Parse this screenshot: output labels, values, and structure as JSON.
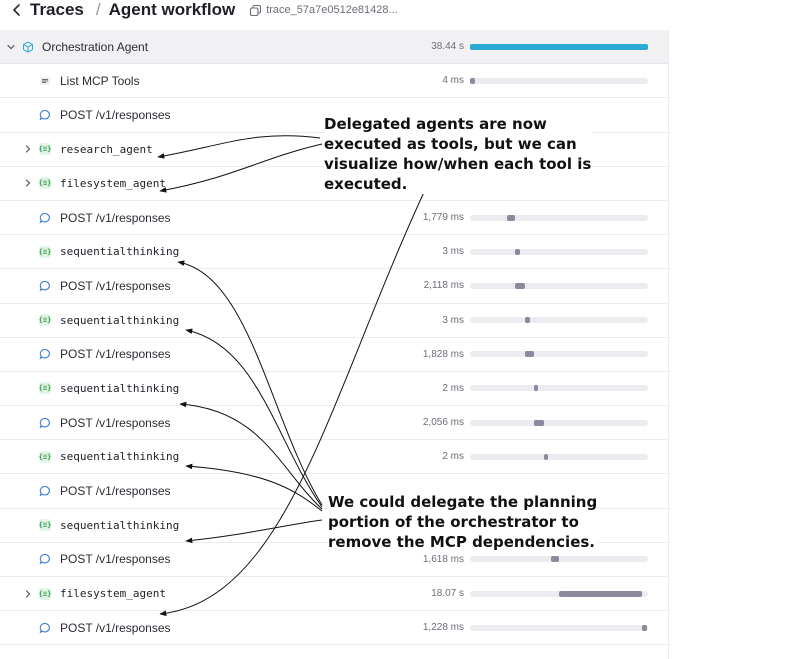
{
  "header": {
    "back_label": "Traces",
    "separator": "/",
    "title": "Agent workflow",
    "trace_id": "trace_57a7e0512e81428..."
  },
  "rows": [
    {
      "label": "Orchestration Agent",
      "type": "agent",
      "duration": "38.44 s",
      "mono": false,
      "expandable": true,
      "expanded": true,
      "bar_start": 0.0,
      "bar_end": 1.0
    },
    {
      "label": "List MCP Tools",
      "type": "list",
      "duration": "4 ms",
      "mono": false,
      "expandable": false,
      "bar_start": 0.002,
      "bar_end": 0.03
    },
    {
      "label": "POST /v1/responses",
      "type": "response",
      "duration": "",
      "mono": false,
      "expandable": false,
      "bar_start": null,
      "bar_end": null
    },
    {
      "label": "research_agent",
      "type": "tool",
      "duration": "",
      "mono": true,
      "expandable": true,
      "bar_start": null,
      "bar_end": null
    },
    {
      "label": "filesystem_agent",
      "type": "tool",
      "duration": "",
      "mono": true,
      "expandable": true,
      "bar_start": null,
      "bar_end": null
    },
    {
      "label": "POST /v1/responses",
      "type": "response",
      "duration": "1,779 ms",
      "mono": false,
      "expandable": false,
      "bar_start": 0.21,
      "bar_end": 0.255
    },
    {
      "label": "sequentialthinking",
      "type": "tool",
      "duration": "3 ms",
      "mono": true,
      "expandable": false,
      "bar_start": 0.255,
      "bar_end": 0.28
    },
    {
      "label": "POST /v1/responses",
      "type": "response",
      "duration": "2,118 ms",
      "mono": false,
      "expandable": false,
      "bar_start": 0.255,
      "bar_end": 0.31
    },
    {
      "label": "sequentialthinking",
      "type": "tool",
      "duration": "3 ms",
      "mono": true,
      "expandable": false,
      "bar_start": 0.31,
      "bar_end": 0.335
    },
    {
      "label": "POST /v1/responses",
      "type": "response",
      "duration": "1,828 ms",
      "mono": false,
      "expandable": false,
      "bar_start": 0.31,
      "bar_end": 0.36
    },
    {
      "label": "sequentialthinking",
      "type": "tool",
      "duration": "2 ms",
      "mono": true,
      "expandable": false,
      "bar_start": 0.36,
      "bar_end": 0.383
    },
    {
      "label": "POST /v1/responses",
      "type": "response",
      "duration": "2,056 ms",
      "mono": false,
      "expandable": false,
      "bar_start": 0.36,
      "bar_end": 0.415
    },
    {
      "label": "sequentialthinking",
      "type": "tool",
      "duration": "2 ms",
      "mono": true,
      "expandable": false,
      "bar_start": 0.415,
      "bar_end": 0.438
    },
    {
      "label": "POST /v1/responses",
      "type": "response",
      "duration": "",
      "mono": false,
      "expandable": false,
      "bar_start": null,
      "bar_end": null
    },
    {
      "label": "sequentialthinking",
      "type": "tool",
      "duration": "",
      "mono": true,
      "expandable": false,
      "bar_start": null,
      "bar_end": null
    },
    {
      "label": "POST /v1/responses",
      "type": "response",
      "duration": "1,618 ms",
      "mono": false,
      "expandable": false,
      "bar_start": 0.455,
      "bar_end": 0.5
    },
    {
      "label": "filesystem_agent",
      "type": "tool",
      "duration": "18.07 s",
      "mono": true,
      "expandable": true,
      "bar_start": 0.5,
      "bar_end": 0.965
    },
    {
      "label": "POST /v1/responses",
      "type": "response",
      "duration": "1,228 ms",
      "mono": false,
      "expandable": false,
      "bar_start": 0.965,
      "bar_end": 0.995
    }
  ],
  "annotations": {
    "top": [
      "Delegated agents are now",
      "executed as tools, but we can",
      "visualize how/when each tool is",
      "executed."
    ],
    "bottom": [
      "We could delegate the planning",
      "portion of the orchestrator to",
      "remove the MCP dependencies."
    ]
  },
  "colors": {
    "root_bar": "#2aaad4",
    "span_bar": "#8a8a9c",
    "track": "#ebebf0",
    "tool_icon_bg": "#e2f5e6",
    "tool_icon_fg": "#2f9a48",
    "response_icon": "#3a7bd5",
    "agent_icon": "#2aaad4"
  }
}
